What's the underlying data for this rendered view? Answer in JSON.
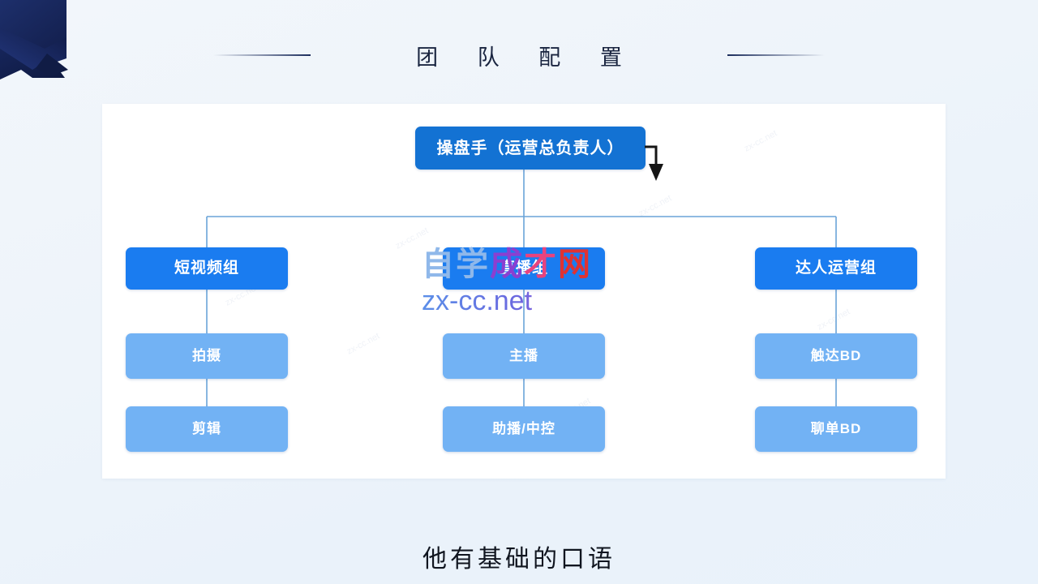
{
  "slide": {
    "title": "团 队 配 置",
    "subtitle_caption": "他有基础的口语",
    "accent_dark": "#1b2c5c",
    "accent_root": "#1372d3",
    "accent_group": "#1a7cf0",
    "accent_leaf": "#72b2f4",
    "connector_color": "#6aa3d8",
    "background": "#eef4fa"
  },
  "watermark": {
    "cn_chars": [
      "自",
      "学",
      "成",
      "才",
      "网"
    ],
    "url": "zx-cc.net",
    "tile_text": "zx-cc.net"
  },
  "chart_data": {
    "type": "diagram",
    "title": "团 队 配 置",
    "root": {
      "id": "root",
      "label": "操盘手（运营总负责人）",
      "level": 0
    },
    "branches": [
      {
        "id": "short-video",
        "label": "短视频组",
        "level": 1,
        "children": [
          {
            "id": "filming",
            "label": "拍摄",
            "level": 2
          },
          {
            "id": "editing",
            "label": "剪辑",
            "level": 2
          }
        ]
      },
      {
        "id": "live-stream",
        "label": "直播组",
        "level": 1,
        "children": [
          {
            "id": "host",
            "label": "主播",
            "level": 2
          },
          {
            "id": "assistant-host",
            "label": "助播/中控",
            "level": 2
          }
        ]
      },
      {
        "id": "influencer-ops",
        "label": "达人运营组",
        "level": 1,
        "children": [
          {
            "id": "outreach-bd",
            "label": "触达BD",
            "level": 2
          },
          {
            "id": "chat-bd",
            "label": "聊单BD",
            "level": 2
          }
        ]
      }
    ],
    "annotations": [
      {
        "id": "pointer-arrow",
        "type": "elbow-arrow",
        "points_to": "root",
        "direction": "down"
      }
    ]
  }
}
